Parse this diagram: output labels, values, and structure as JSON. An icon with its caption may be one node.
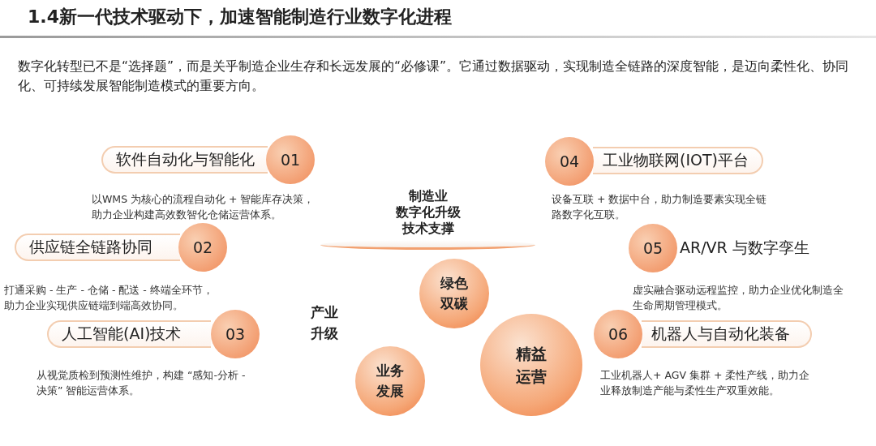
{
  "diagram": {
    "title": "1.4新一代技术驱动下，加速智能制造行业数字化进程",
    "nodes": [
      {
        "text": [
          "软件自动化与智能化",
          "01"
        ]
      },
      {
        "text": [
          "04",
          "工业物联网(IOT)平台"
        ]
      },
      {
        "text": [
          "供应链全链路协同",
          "02"
        ]
      },
      {
        "text": [
          "05",
          "AR/VR 与数字孪生"
        ]
      },
      {
        "text": [
          "人工智能(AI)技术",
          "03"
        ]
      },
      {
        "text": [
          "06",
          "机器人与自动化装备"
        ]
      },
      {
        "text": [
          "制造业数字化升级技术支撑"
        ]
      },
      {
        "text": [
          "绿色双碳"
        ]
      },
      {
        "text": [
          "业务发展"
        ]
      },
      {
        "text": [
          "精益运营"
        ]
      }
    ],
    "labels": [
      "数字化转型已不是“选择题”，而是关乎制造企业生存和长远发展的“必修课”。它通过数据驱动，实现制造全链路的深度智能，是迈向柔性化、协同化、可持续发展智能制造模式的重要方向。",
      "以WMS 为核心的流程自动化 + 智能库存决策，助力企业构建高效数智化仓储运营体系。",
      "设备互联 + 数据中台，助力制造要素实现全链路数字化互联。",
      "打通采购 - 生产 - 仓储 - 配送 - 终端全环节，助力企业实现供应链端到端高效协同。",
      "虚实融合驱动远程监控，助力企业优化制造全生命周期管理模式。",
      "产业升级",
      "从视觉质检到预测性维护，构建 “感知-分析 - 决策” 智能运营体系。",
      "工业机器人+ AGV 集群 + 柔性产线，助力企业释放制造产能与柔性生产双重效能。"
    ]
  }
}
